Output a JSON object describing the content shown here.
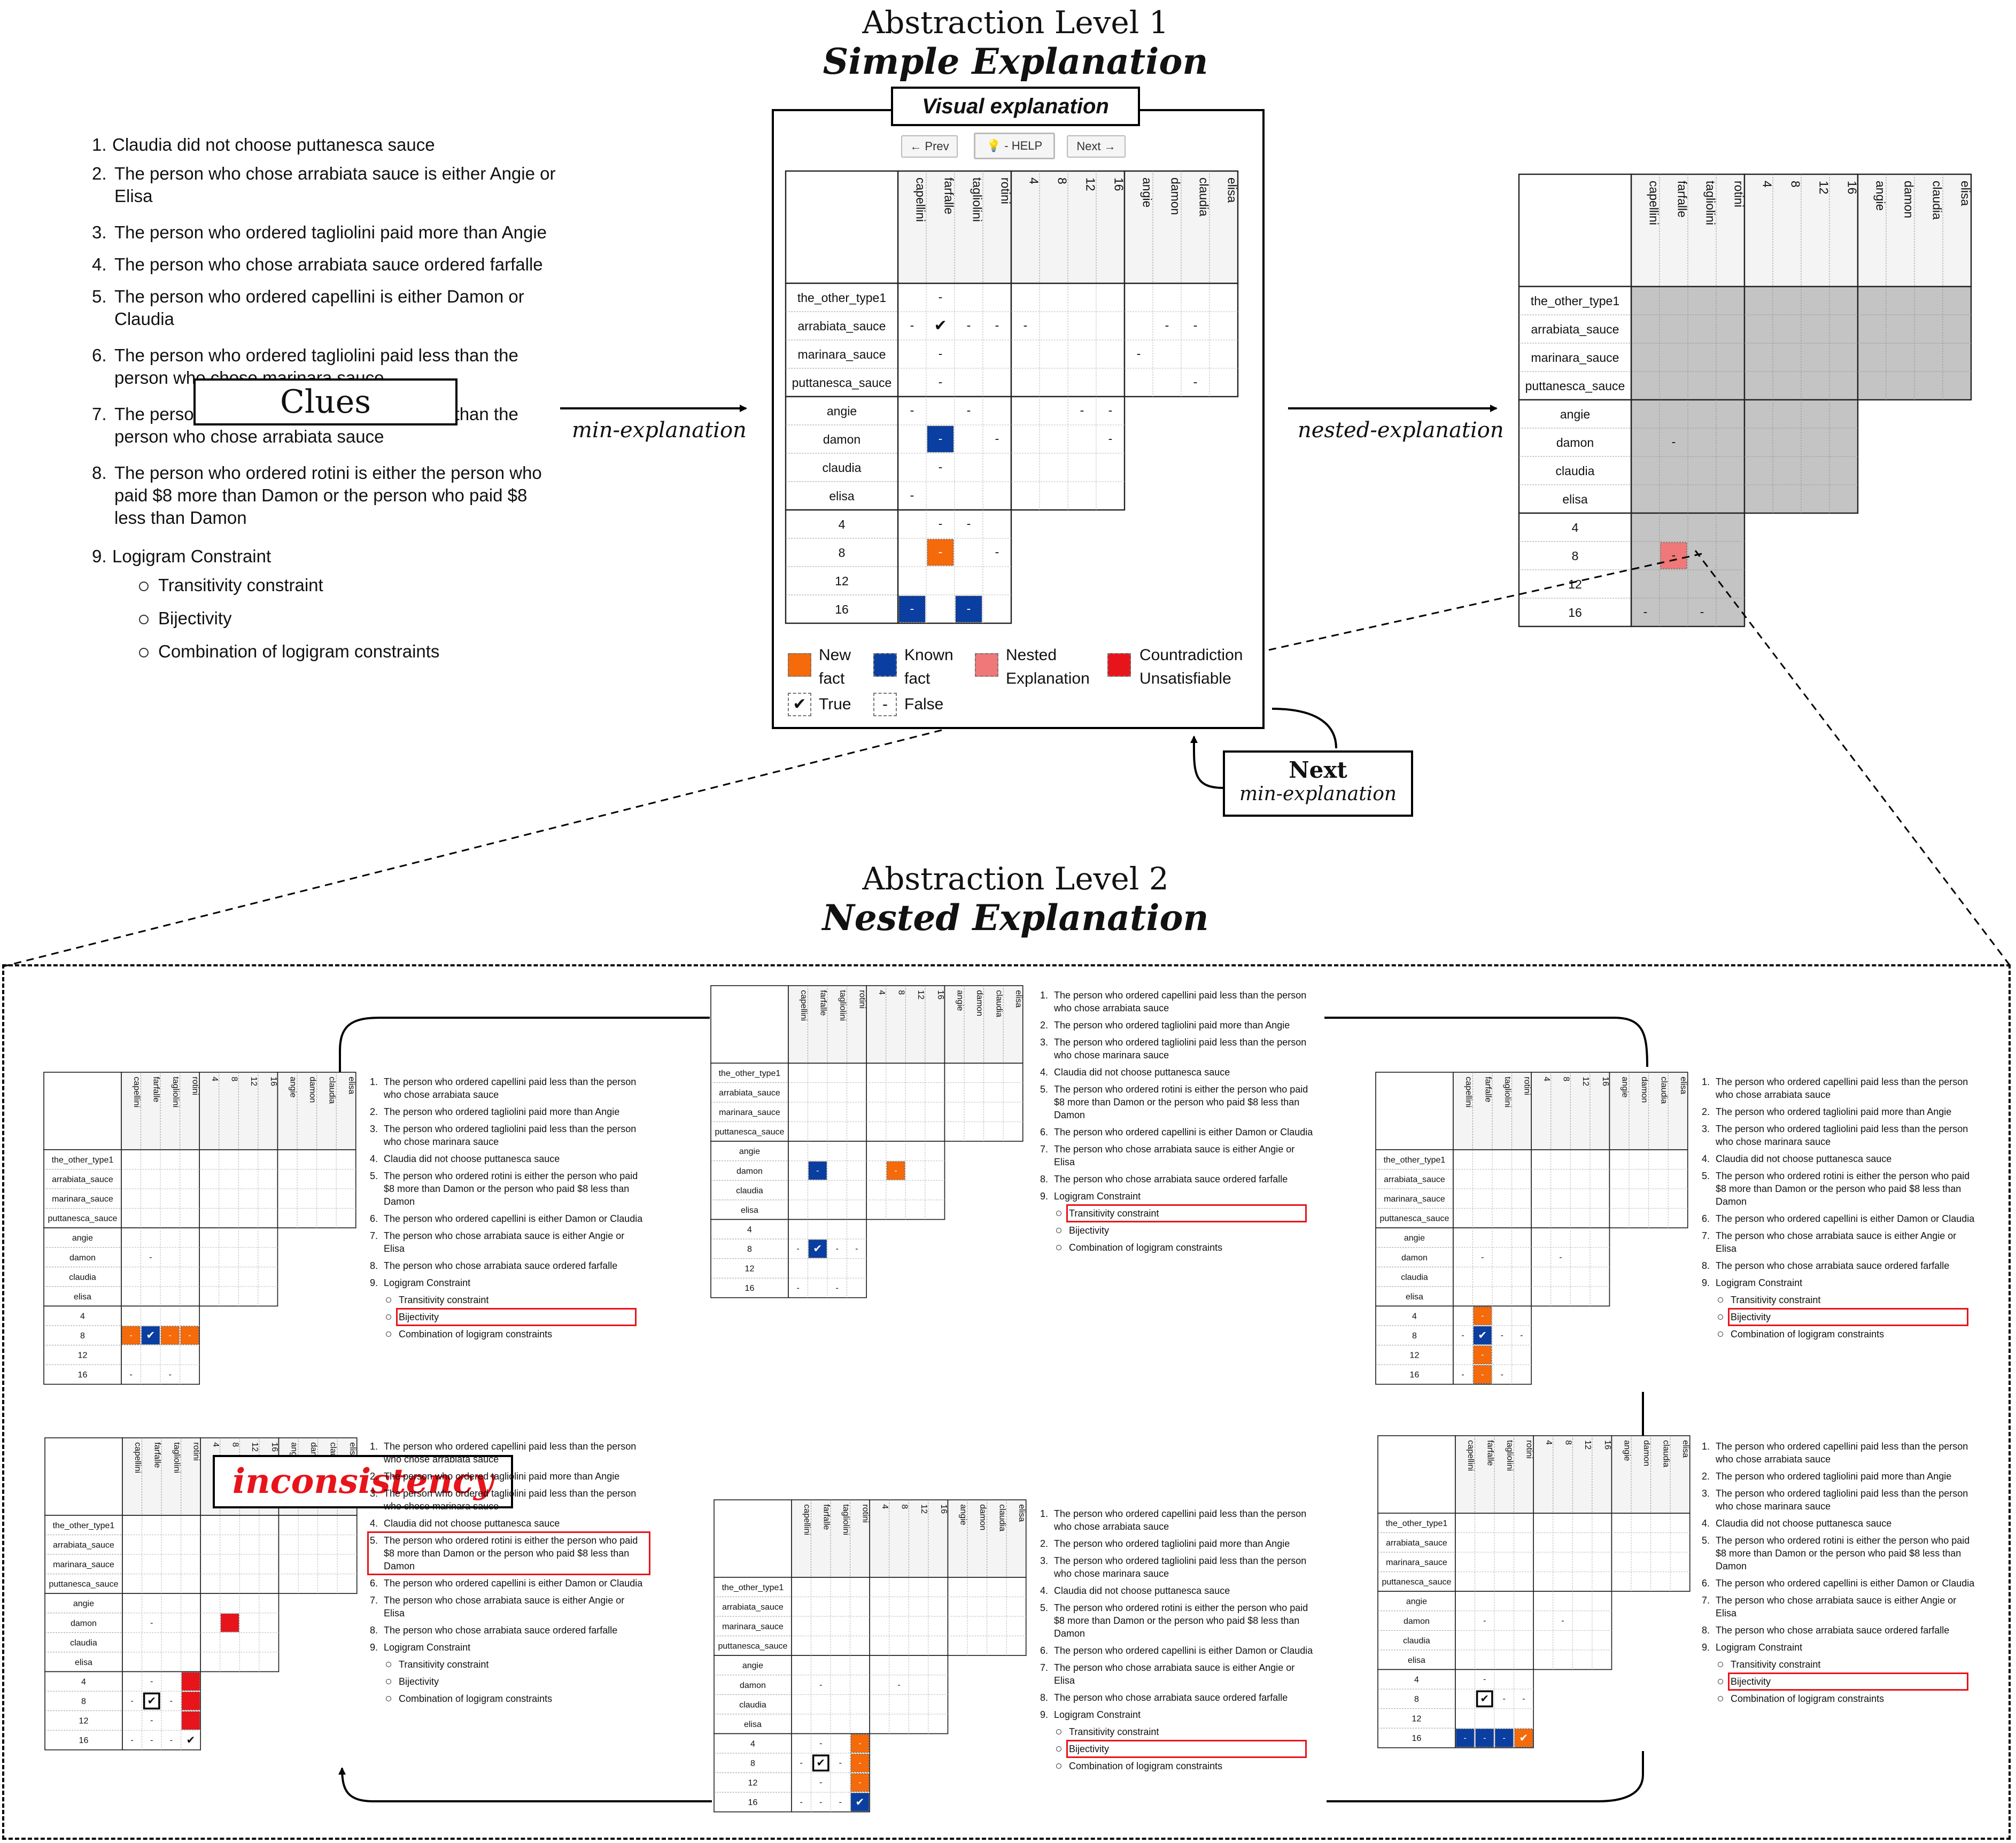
{
  "level1": {
    "heading": "Abstraction Level 1",
    "subtitle": "Simple Explanation"
  },
  "level2": {
    "heading": "Abstraction Level 2",
    "subtitle": "Nested Explanation"
  },
  "clues": {
    "label": "Clues",
    "items": [
      {
        "num": "1.",
        "text": "Claudia did not choose puttanesca sauce"
      },
      {
        "num": "2.",
        "text": "The person who chose arrabiata sauce is either Angie or Elisa"
      },
      {
        "num": "3.",
        "text": "The person who ordered tagliolini paid more than Angie"
      },
      {
        "num": "4.",
        "text": "The person who chose arrabiata sauce ordered farfalle"
      },
      {
        "num": "5.",
        "text": "The person who ordered capellini is either Damon or Claudia"
      },
      {
        "num": "6.",
        "text": "The person who ordered tagliolini paid less than the person who chose marinara sauce"
      },
      {
        "num": "7.",
        "text": "The person who ordered capellini paid less than the person who chose arrabiata sauce"
      },
      {
        "num": "8.",
        "text": "The person who ordered rotini is either the person who paid $8 more than Damon or the person who paid $8 less than Damon"
      },
      {
        "num": "9.",
        "text": "Logigram Constraint"
      }
    ],
    "sub_items": [
      "Transitivity constraint",
      "Bijectivity",
      "Combination of logigram constraints"
    ]
  },
  "arrows": {
    "min": "min-explanation",
    "nested": "nested-explanation"
  },
  "visual": {
    "label": "Visual explanation",
    "prev": "← Prev",
    "help": "💡 - HELP",
    "next": "Next →",
    "legend": {
      "new_a": "New",
      "new_b": "fact",
      "known_a": "Known",
      "known_b": "fact",
      "nested_a": "Nested",
      "nested_b": "Explanation",
      "contra_a": "Countradiction",
      "contra_b": "Unsatisfiable",
      "true": "True",
      "false": "False"
    }
  },
  "next_box": {
    "line1": "Next",
    "line2": "min-explanation"
  },
  "inconsistency": "inconsistency",
  "grid": {
    "col_groups": [
      [
        "capellini",
        "farfalle",
        "tagliolini",
        "rotini"
      ],
      [
        "4",
        "8",
        "12",
        "16"
      ],
      [
        "angie",
        "damon",
        "claudia",
        "elisa"
      ]
    ],
    "row_groups": [
      [
        "the_other_type1",
        "arrabiata_sauce",
        "marinara_sauce",
        "puttanesca_sauce"
      ],
      [
        "angie",
        "damon",
        "claudia",
        "elisa"
      ],
      [
        "4",
        "8",
        "12",
        "16"
      ]
    ]
  },
  "mini_clues": [
    "The person who ordered capellini paid less than the person who chose arrabiata sauce",
    "The person who ordered tagliolini paid more than Angie",
    "The person who ordered tagliolini paid less than the person who chose marinara sauce",
    "Claudia did not choose puttanesca sauce",
    "The person who ordered rotini is either the person who paid $8 more than Damon or the person who paid $8 less than Damon",
    "The person who ordered capellini is either Damon or Claudia",
    "The person who chose arrabiata sauce is either Angie or Elisa",
    "The person who chose arrabiata sauce ordered farfalle",
    "Logigram Constraint"
  ],
  "mini_sub": [
    "Transitivity constraint",
    "Bijectivity",
    "Combination of logigram constraints"
  ],
  "mini_nums": [
    "1.",
    "2.",
    "3.",
    "4.",
    "5.",
    "6.",
    "7.",
    "8.",
    "9."
  ],
  "symbols": {
    "true": "✔",
    "false": "-"
  },
  "colors": {
    "new": "#f56a0a",
    "known": "#0a3ea0",
    "nested": "#f07878",
    "contradiction": "#e8141b",
    "gray": "#c4c4c4"
  }
}
